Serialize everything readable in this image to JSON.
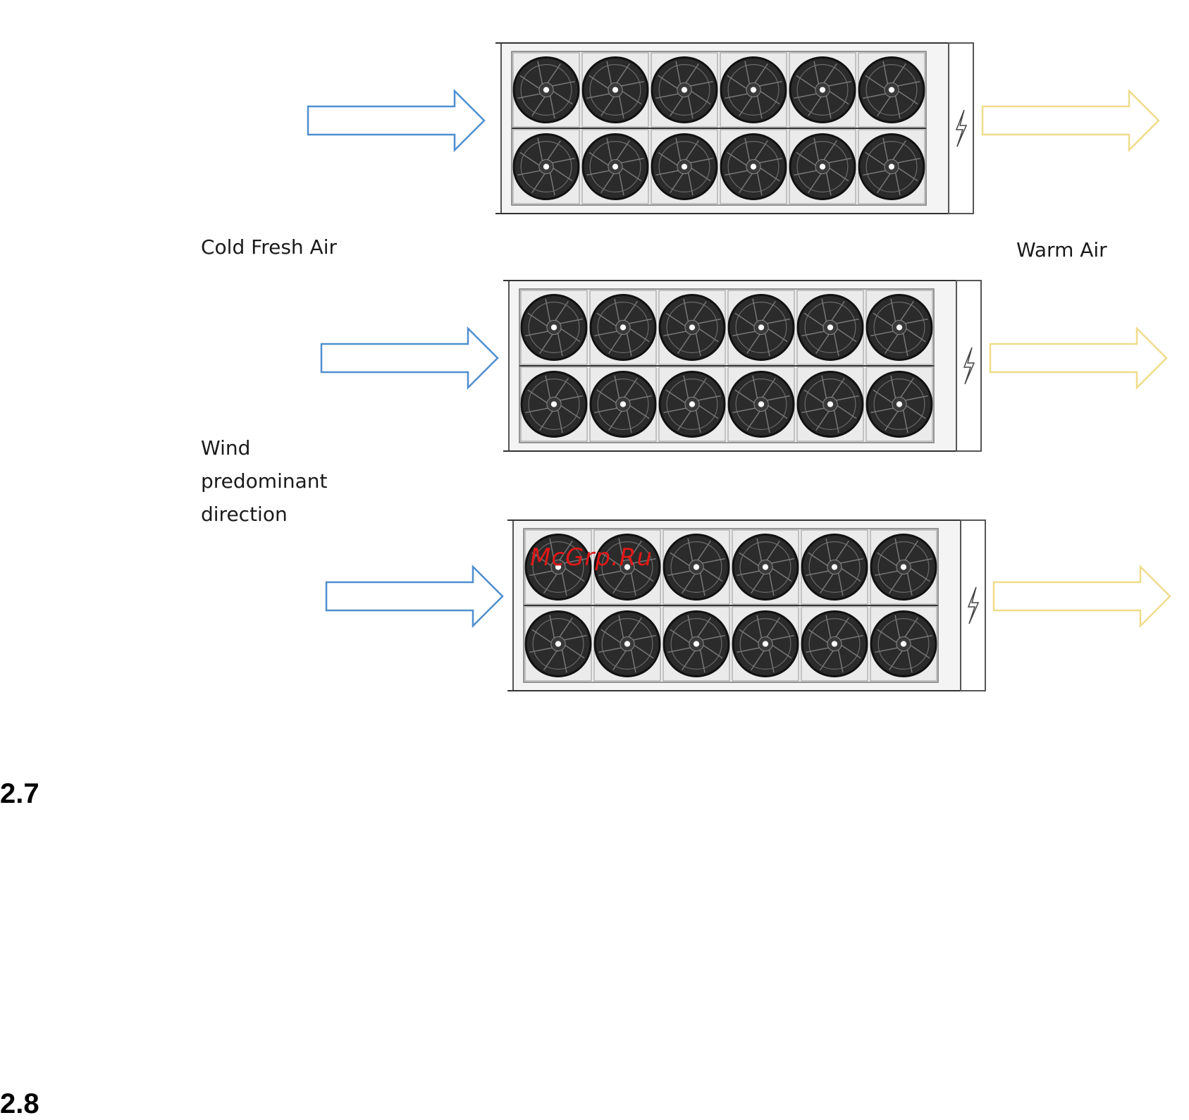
{
  "labels": {
    "cold_fresh_air": "Cold Fresh Air",
    "warm_air": "Warm Air",
    "wind_direction": [
      "Wind",
      "predominant",
      "direction"
    ]
  },
  "sections": {
    "s27": "2.7",
    "s28": "2.8"
  },
  "watermark": "McGrp.Ru",
  "units": {
    "count": 3,
    "fan_rows": 2,
    "fans_per_row": 6
  },
  "colors": {
    "inlet_arrow": "#4f8fd0",
    "outlet_arrow": "#f0dc8a",
    "fan": "#2b2b2b",
    "frame": "#555555",
    "watermark": "#e01818"
  },
  "icons": {
    "unit_badge": "lightning-icon",
    "inlet": "arrow-right-icon",
    "outlet": "arrow-right-icon"
  }
}
